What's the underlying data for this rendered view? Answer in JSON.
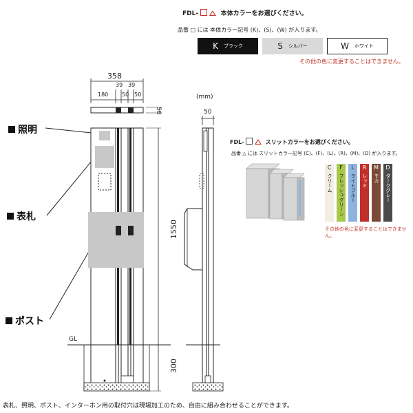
{
  "header": {
    "model_prefix": "FDL-",
    "body_color_title": "本体カラーをお選びください。",
    "body_color_note": "品番 □ には 本体カラー記号 (K)、(S)、(W) が入ります。",
    "body_color_warning": "その他の色に変更することはできません。"
  },
  "body_colors": [
    {
      "code": "K",
      "name": "ブラック",
      "bg": "#111111",
      "fg": "#ffffff"
    },
    {
      "code": "S",
      "name": "シルバー",
      "bg": "#d9d9d9",
      "fg": "#222222"
    },
    {
      "code": "W",
      "name": "ホワイト",
      "bg": "#ffffff",
      "fg": "#222222"
    }
  ],
  "front_dimensions": {
    "total_width": "358",
    "d180": "180",
    "d39a": "39",
    "d39b": "39",
    "d50a": "50",
    "d50b": "50",
    "top_50": "50",
    "height": "1550",
    "foundation": "300",
    "gl": "GL"
  },
  "side_view": {
    "unit": "(mm)",
    "depth": "50"
  },
  "labels": {
    "light": "照明",
    "nameplate": "表札",
    "post": "ポスト"
  },
  "slit": {
    "title_prefix": "FDL-",
    "title": "スリットカラーをお選びください。",
    "note": "品番 △ には スリットカラー記号 (C)、(F)、(L)、(R)、(M)、(D) が入ります。",
    "warning": "その他の色に変更することはできません。",
    "colors": [
      {
        "code": "C",
        "name": "クリーム",
        "bg": "#f3eee2",
        "fg": "#222222"
      },
      {
        "code": "F",
        "name": "フレッシュグリーン",
        "bg": "#a8c84a",
        "fg": "#222222"
      },
      {
        "code": "L",
        "name": "ライトブルー",
        "bg": "#8fb3df",
        "fg": "#222222"
      },
      {
        "code": "R",
        "name": "レッド",
        "bg": "#c0302a",
        "fg": "#ffffff"
      },
      {
        "code": "M",
        "name": "モカ",
        "bg": "#7a4a36",
        "fg": "#ffffff"
      },
      {
        "code": "D",
        "name": "ダークグレー",
        "bg": "#4a4a4a",
        "fg": "#ffffff"
      }
    ]
  },
  "footer": {
    "note": "表札、照明、ポスト、インターホン用の取付穴は現場加工のため、自由に組み合わせることができます。"
  }
}
